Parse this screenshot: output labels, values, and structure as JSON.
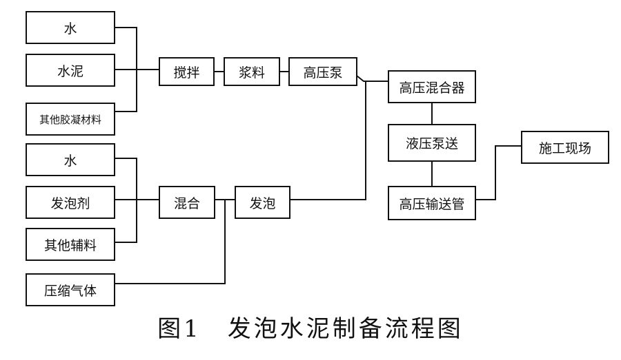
{
  "nodes": {
    "water1": "水",
    "cement": "水泥",
    "other_gel": "其他胶凝材料",
    "stir": "搅拌",
    "slurry": "浆料",
    "hp_pump": "高压泵",
    "hp_mixer": "高压混合器",
    "hydraulic_pump": "液压泵送",
    "hp_pipe": "高压输送管",
    "site": "施工现场",
    "water2": "水",
    "foaming_agent": "发泡剂",
    "other_aux": "其他辅料",
    "mix": "混合",
    "foam": "发泡",
    "comp_gas": "压缩气体"
  },
  "caption": "图1　发泡水泥制备流程图"
}
